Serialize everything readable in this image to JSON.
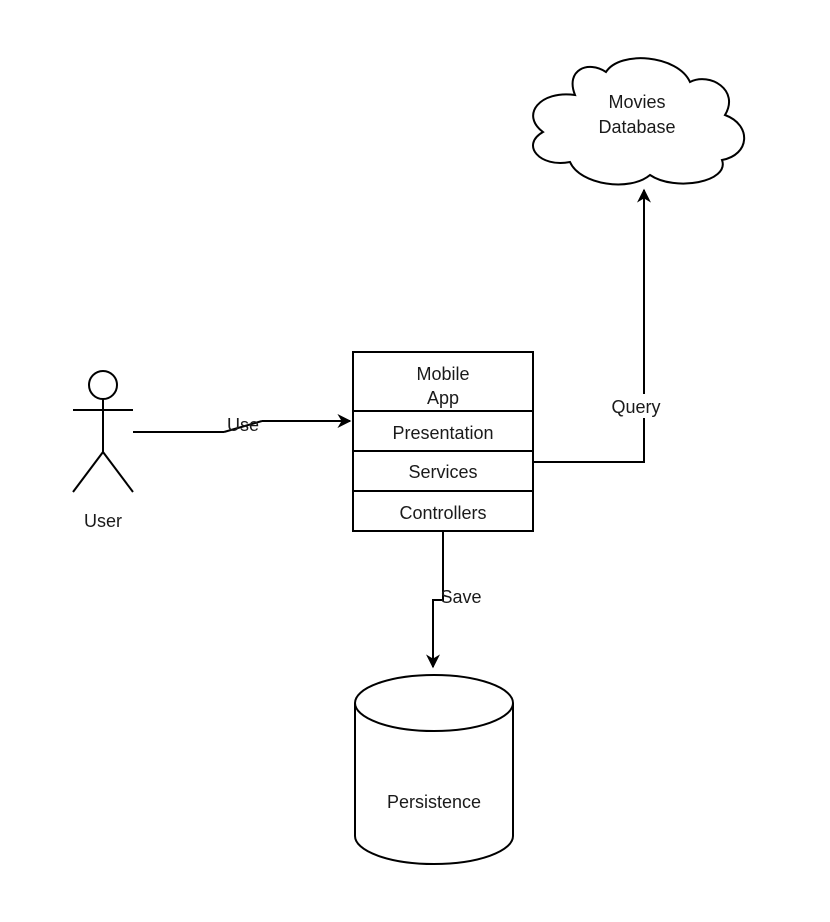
{
  "nodes": {
    "actor": {
      "label": "User"
    },
    "app": {
      "title_line1": "Mobile",
      "title_line2": "App",
      "layers": [
        "Presentation",
        "Services",
        "Controllers"
      ]
    },
    "cloud": {
      "label_line1": "Movies",
      "label_line2": "Database"
    },
    "storage": {
      "label": "Persistence"
    }
  },
  "edges": {
    "use": "Use",
    "query": "Query",
    "save": "Save"
  }
}
